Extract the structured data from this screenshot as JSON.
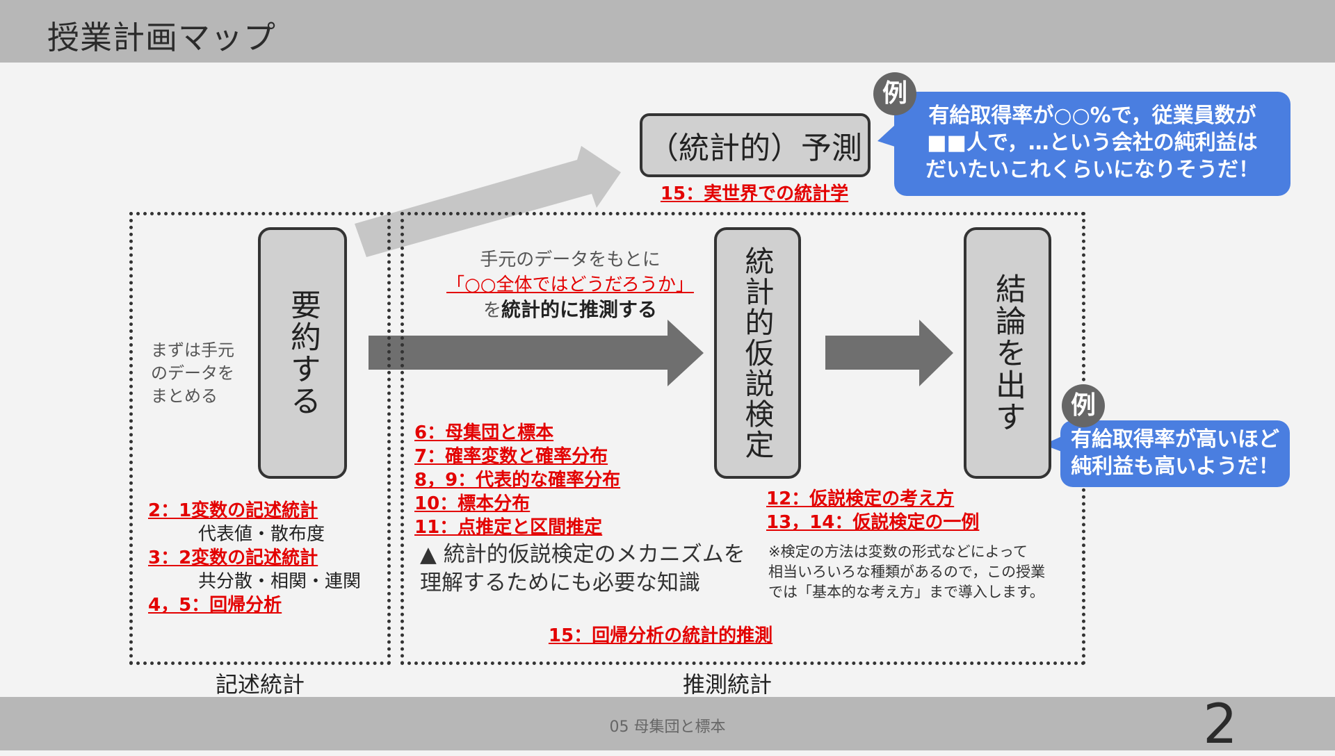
{
  "header": {
    "title": "授業計画マップ"
  },
  "footer": {
    "text": "05 母集団と標本",
    "page_number": "2"
  },
  "colors": {
    "accent_red": "#e30000",
    "bubble_blue": "#4a7ee0",
    "box_gray": "#d0d0d0",
    "arrow_gray": "#6f6f6f",
    "arrow_light": "#c6c6c6"
  },
  "prediction": {
    "label": "（統計的）予測",
    "lesson": "15：実世界での統計学"
  },
  "example_badge": "例",
  "bubble_top": {
    "lines": [
      "有給取得率が○○%で，従業員数が",
      "■■人で，…という会社の純利益は",
      "だいたいこれくらいになりそうだ！"
    ]
  },
  "bubble_right": {
    "lines": [
      "有給取得率が高いほど",
      "純利益も高いようだ！"
    ]
  },
  "summarize": {
    "label": "要約する",
    "note": [
      "まずは手元",
      "のデータを",
      "まとめる"
    ],
    "lessons": [
      {
        "title": "2：1変数の記述統計",
        "sub": "代表値・散布度"
      },
      {
        "title": "3：2変数の記述統計",
        "sub": "共分散・相関・連関"
      },
      {
        "title": "4，5：回帰分析",
        "sub": ""
      }
    ],
    "section_label": "記述統計"
  },
  "inference": {
    "caption_1": "手元のデータをもとに",
    "caption_2": "「○○全体ではどうだろうか」",
    "caption_3_prefix": "を",
    "caption_3_bold": "統計的に推測する",
    "lessons": [
      "6：母集団と標本",
      "7：確率変数と確率分布",
      "8，9：代表的な確率分布",
      "10：標本分布",
      "11：点推定と区間推定"
    ],
    "mechanism_note": [
      "▲ 統計的仮説検定のメカニズムを",
      "理解するためにも必要な知識"
    ],
    "regression_lesson": "15：回帰分析の統計的推測",
    "section_label": "推測統計"
  },
  "hypothesis_test": {
    "label": "統計的仮説検定",
    "lessons": [
      "12：仮説検定の考え方",
      "13，14：仮説検定の一例"
    ],
    "note": [
      "※検定の方法は変数の形式などによって",
      "相当いろいろな種類があるので，この授業",
      "では「基本的な考え方」まで導入します。"
    ]
  },
  "conclusion": {
    "label": "結論を出す"
  }
}
